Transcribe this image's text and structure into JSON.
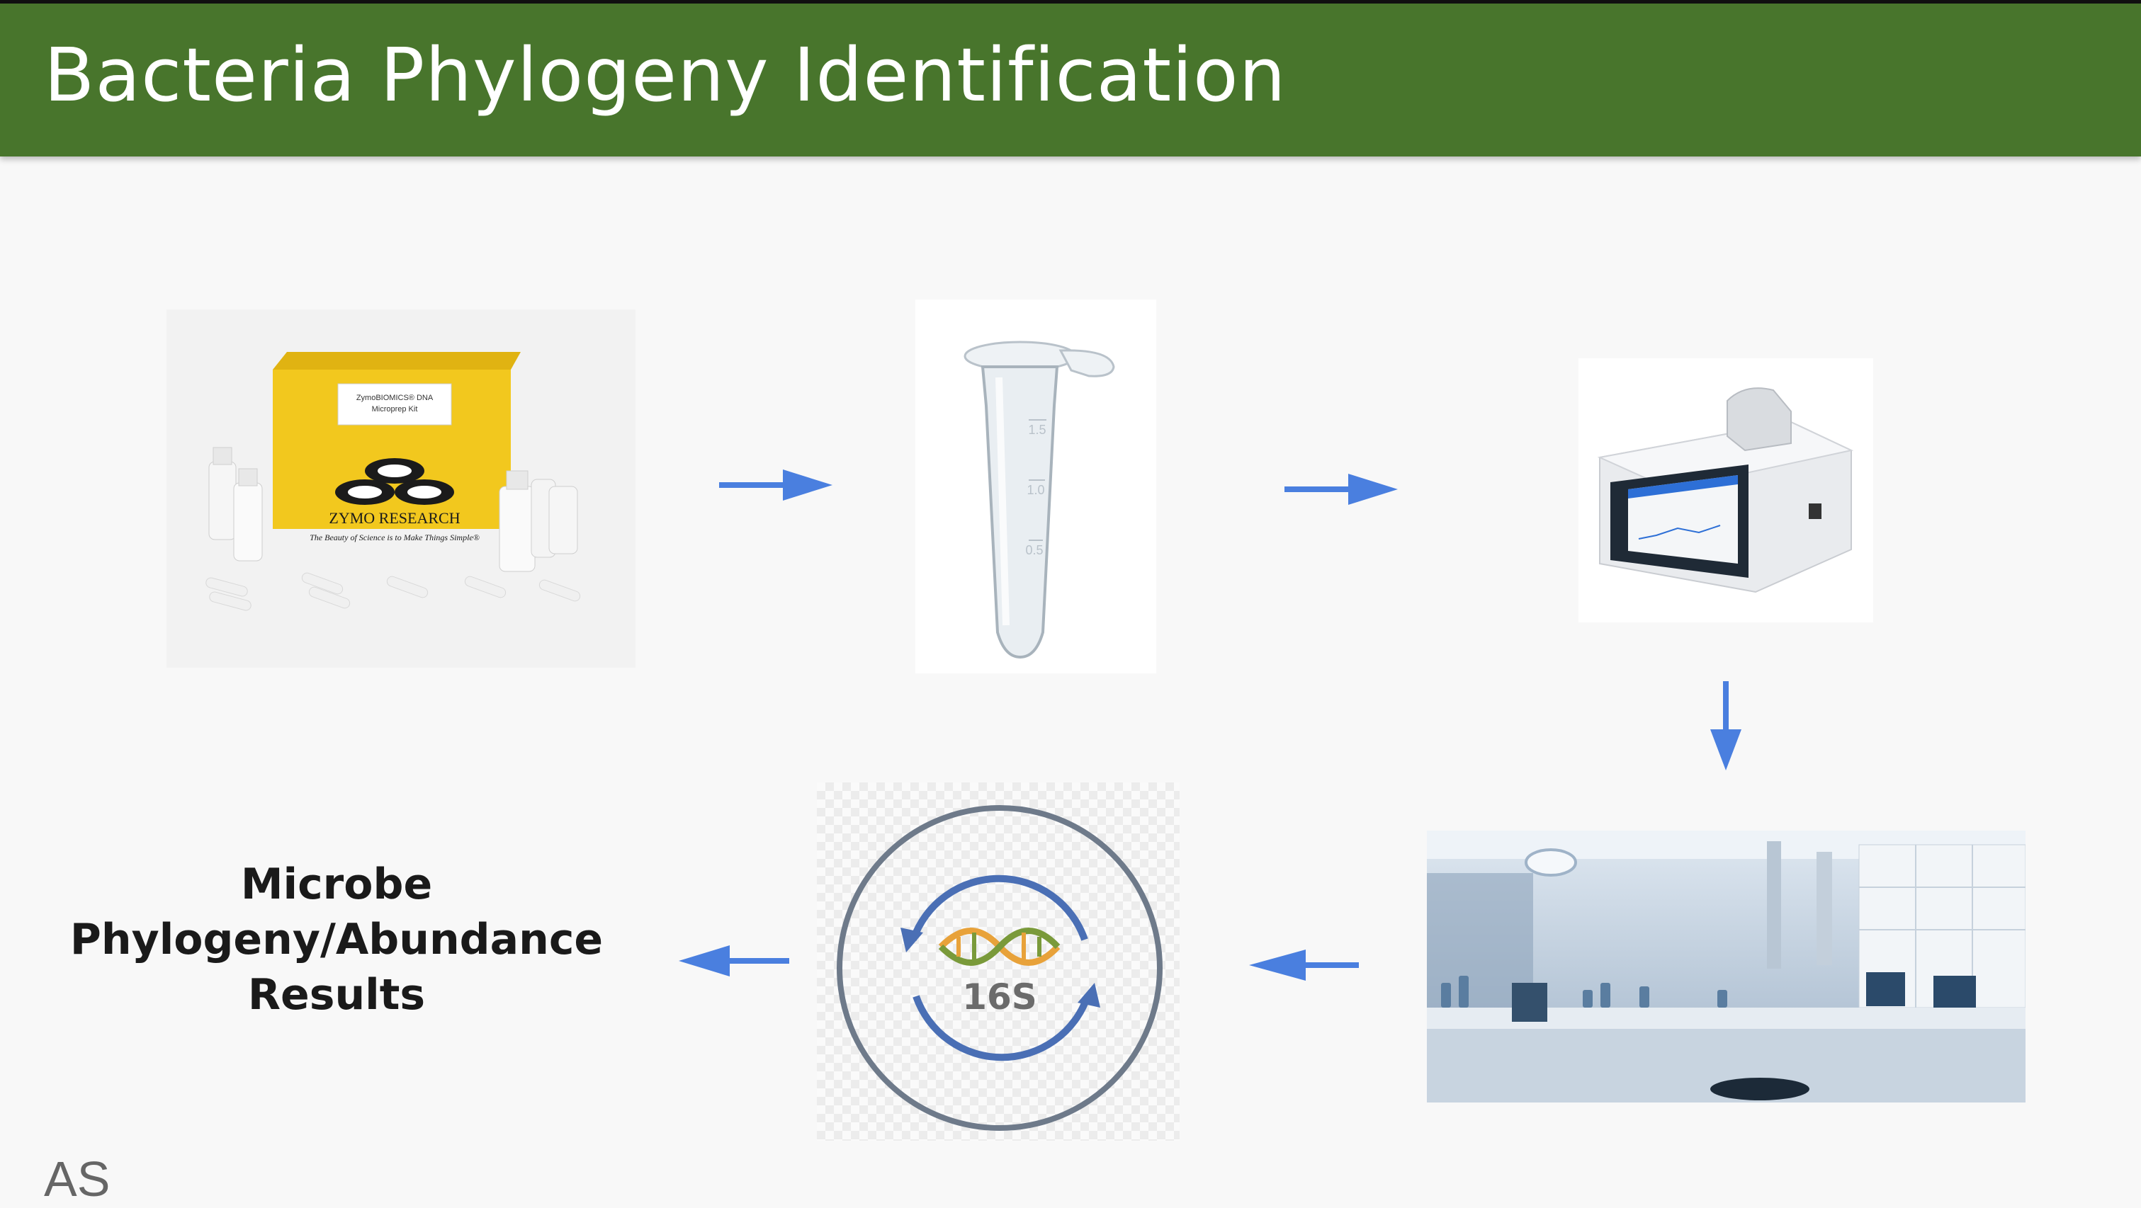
{
  "title": "Bacteria Phylogeny Identification",
  "footer_text": "AS",
  "results_text": [
    "Microbe",
    "Phylogeny/Abundance",
    "Results"
  ],
  "kit": {
    "box_label_line1": "ZymoBIOMICS® DNA",
    "box_label_line2": "Microprep Kit",
    "brand": "ZYMO RESEARCH",
    "tagline": "The Beauty of Science is to Make Things Simple®"
  },
  "tube_marks": [
    "1.5",
    "1.0",
    "0.5"
  ],
  "badge_16s": "16S",
  "colors": {
    "header": "#48752c",
    "arrow": "#4a7fdf",
    "kit_box": "#f2c81e",
    "dna_orange": "#e8a23a",
    "dna_green": "#7a9a3a",
    "ring": "#6e7a8a"
  }
}
